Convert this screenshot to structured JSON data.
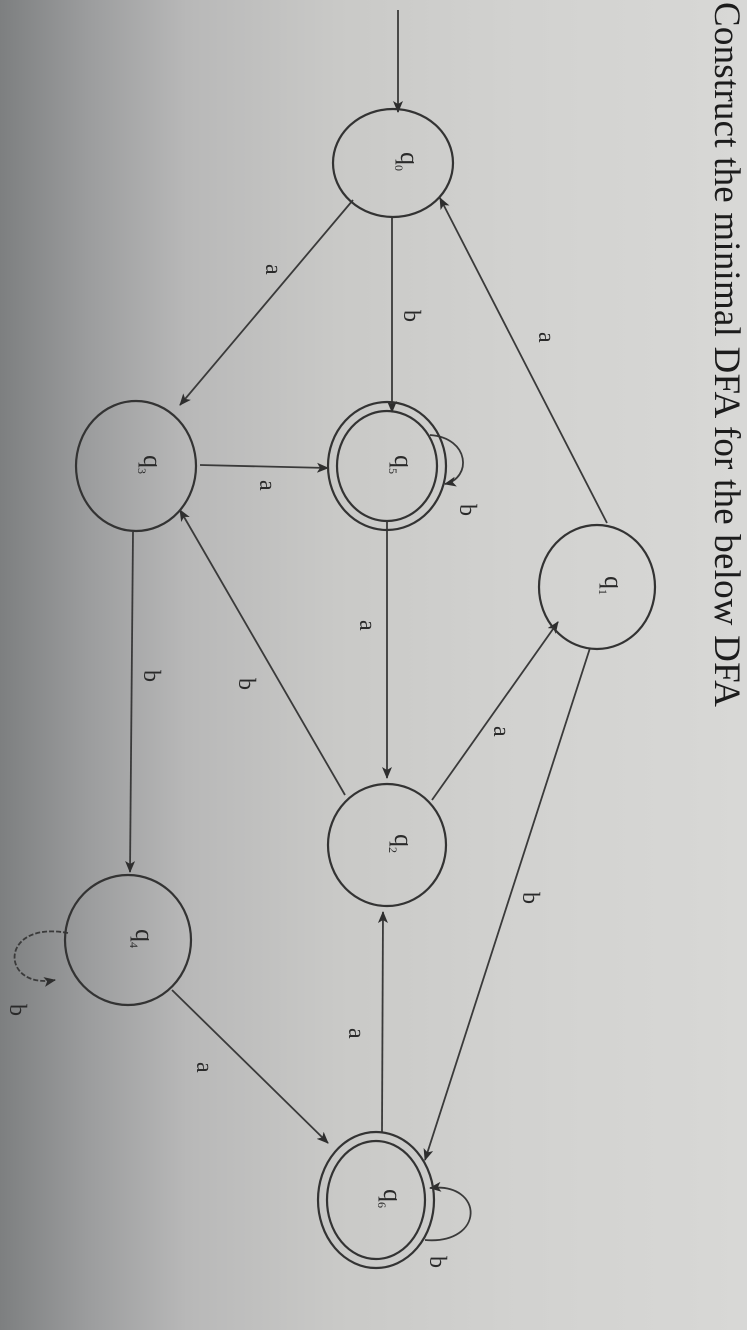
{
  "question": {
    "title": "Construct the minimal DFA for the below DFA"
  },
  "dfa": {
    "alphabet": [
      "a",
      "b"
    ],
    "start_state": "q0",
    "final_states": [
      "q5",
      "q6"
    ],
    "states": [
      {
        "id": "q0",
        "label": "q",
        "sub": "0",
        "final": false,
        "start": true
      },
      {
        "id": "q1",
        "label": "q",
        "sub": "1",
        "final": false,
        "start": false
      },
      {
        "id": "q2",
        "label": "q",
        "sub": "2",
        "final": false,
        "start": false
      },
      {
        "id": "q3",
        "label": "q",
        "sub": "3",
        "final": false,
        "start": false
      },
      {
        "id": "q4",
        "label": "q",
        "sub": "4",
        "final": false,
        "start": false
      },
      {
        "id": "q5",
        "label": "q",
        "sub": "5",
        "final": true,
        "start": false
      },
      {
        "id": "q6",
        "label": "q",
        "sub": "6",
        "final": true,
        "start": false
      }
    ],
    "transitions": [
      {
        "from": "q0",
        "to": "q3",
        "symbol": "a"
      },
      {
        "from": "q0",
        "to": "q5",
        "symbol": "b"
      },
      {
        "from": "q1",
        "to": "q0",
        "symbol": "a"
      },
      {
        "from": "q1",
        "to": "q6",
        "symbol": "b"
      },
      {
        "from": "q2",
        "to": "q1",
        "symbol": "a"
      },
      {
        "from": "q2",
        "to": "q3",
        "symbol": "b"
      },
      {
        "from": "q3",
        "to": "q5",
        "symbol": "a"
      },
      {
        "from": "q3",
        "to": "q4",
        "symbol": "b"
      },
      {
        "from": "q4",
        "to": "q6",
        "symbol": "a"
      },
      {
        "from": "q4",
        "to": "q4",
        "symbol": "b"
      },
      {
        "from": "q5",
        "to": "q2",
        "symbol": "a"
      },
      {
        "from": "q5",
        "to": "q5",
        "symbol": "b"
      },
      {
        "from": "q6",
        "to": "q2",
        "symbol": "a"
      },
      {
        "from": "q6",
        "to": "q6",
        "symbol": "b"
      }
    ]
  },
  "labels": {
    "q0": {
      "main": "q",
      "sub": "0"
    },
    "q1": {
      "main": "q",
      "sub": "1"
    },
    "q2": {
      "main": "q",
      "sub": "2"
    },
    "q3": {
      "main": "q",
      "sub": "3"
    },
    "q4": {
      "main": "q",
      "sub": "4"
    },
    "q5": {
      "main": "q",
      "sub": "5"
    },
    "q6": {
      "main": "q",
      "sub": "6"
    },
    "e_q0_q3": "a",
    "e_q0_q5": "b",
    "e_q1_q0": "a",
    "e_q1_q6": "b",
    "e_q2_q1": "a",
    "e_q2_q3": "b",
    "e_q3_q5": "a",
    "e_q3_q4": "b",
    "e_q4_q6": "a",
    "e_q4_q4": "b",
    "e_q5_q2": "a",
    "e_q5_q5": "b",
    "e_q6_q2": "a",
    "e_q6_q6": "b"
  }
}
